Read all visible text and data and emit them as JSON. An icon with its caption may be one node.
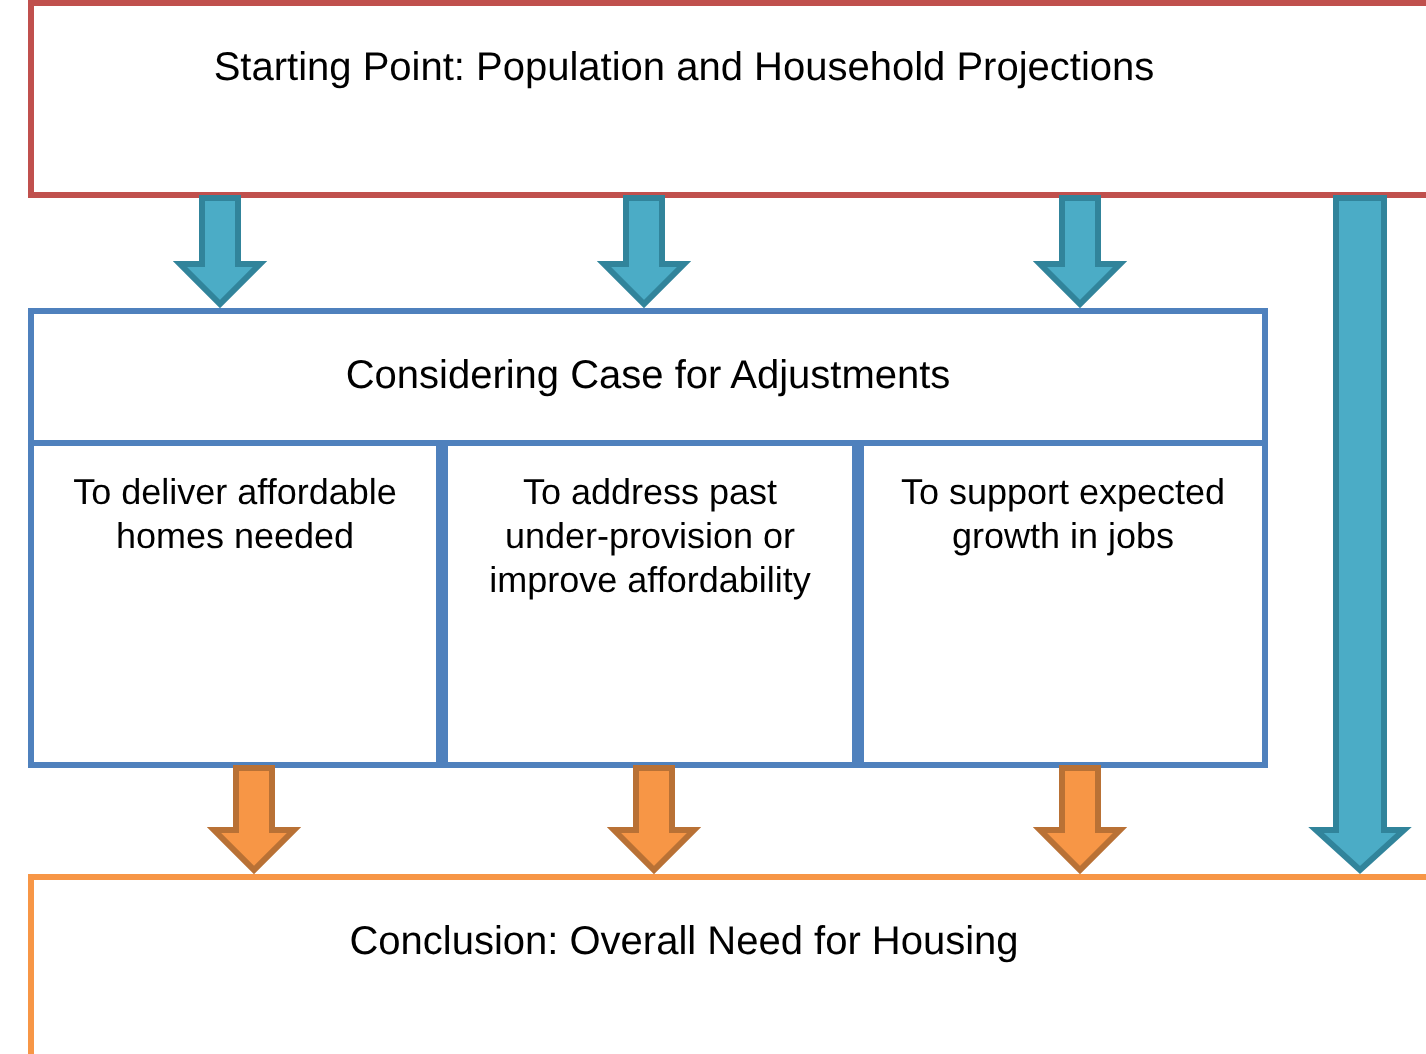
{
  "diagram": {
    "nodes": [
      {
        "text": [
          "Starting Point: Population and Household Projections"
        ]
      },
      {
        "text": [
          "Considering Case for Adjustments"
        ]
      },
      {
        "text": [
          "To deliver affordable homes needed"
        ],
        "in": 1
      },
      {
        "text": [
          "To address past under-provision or improve affordability"
        ],
        "in": 1
      },
      {
        "text": [
          "To support expected growth in jobs"
        ],
        "in": 1
      },
      {
        "text": [
          "Conclusion: Overall Need for Housing"
        ]
      }
    ],
    "edges": [
      {
        "from": 0,
        "to": 1,
        "arrow": "to"
      },
      {
        "from": 0,
        "to": 1,
        "arrow": "to"
      },
      {
        "from": 0,
        "to": 1,
        "arrow": "to"
      },
      {
        "from": 0,
        "to": 5,
        "arrow": "to"
      },
      {
        "from": 2,
        "to": 5,
        "arrow": "to",
        "color": "#f79646"
      },
      {
        "from": 3,
        "to": 5,
        "arrow": "to",
        "color": "#f79646"
      },
      {
        "from": 4,
        "to": 5,
        "arrow": "to",
        "color": "#f79646"
      }
    ]
  }
}
